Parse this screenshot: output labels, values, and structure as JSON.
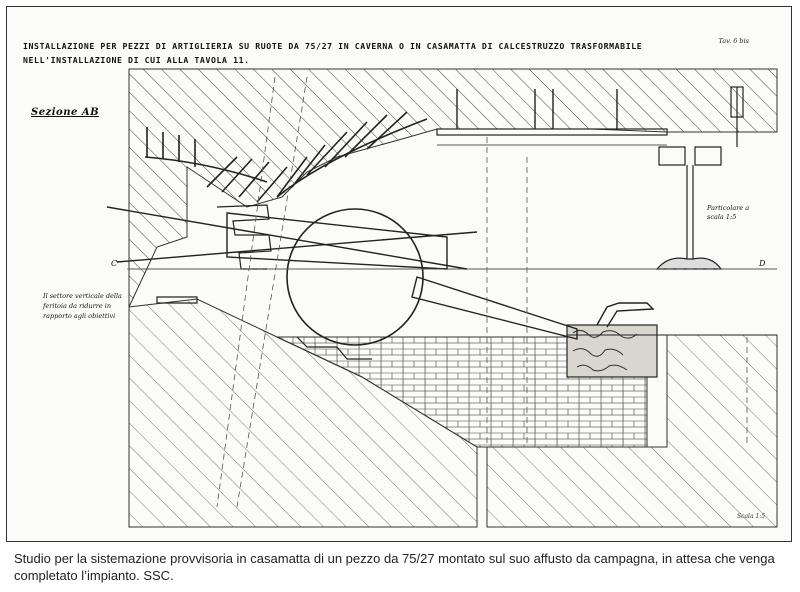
{
  "drawing": {
    "title": "INSTALLAZIONE PER PEZZI DI ARTIGLIERIA SU RUOTE DA 75/27 IN CAVERNA O IN CASAMATTA DI CALCESTRUZZO TRASFORMABILE NELL'INSTALLAZIONE DI CUI ALLA TAVOLA 11.",
    "sheet_ref": "Tav. 6 bis",
    "section_label": "Sezione AB",
    "sector_note": "Il settore verticale della feritoia da ridurre in rapporto agli obiettivi",
    "detail_label": "Particolare a",
    "detail_scale": "scala 1:5",
    "letter_c": "C",
    "letter_d": "D",
    "signature": "Scala 1:5"
  },
  "caption": "Studio per la sistemazione provvisoria in casamatta di un pezzo da 75/27 montato sul suo affusto da campagna, in attesa che venga completato l’impianto. SSC.",
  "colors": {
    "ink": "#222222",
    "paper": "#fbfbf9",
    "hatch": "#444444"
  }
}
